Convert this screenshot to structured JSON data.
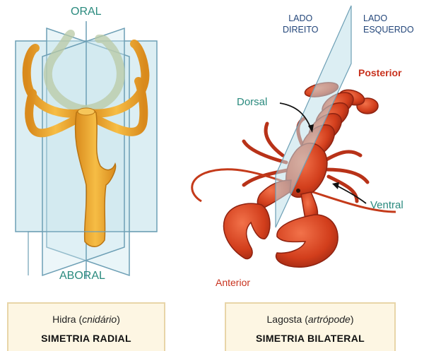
{
  "hydra": {
    "top_label": "ORAL",
    "bottom_label": "ABORAL",
    "caption_name": "Hidra",
    "caption_group": "cnidário",
    "caption_symmetry": "SIMETRIA RADIAL"
  },
  "lobster": {
    "right_side_label": [
      "LADO",
      "DIREITO"
    ],
    "left_side_label": [
      "LADO",
      "ESQUERDO"
    ],
    "posterior_label": "Posterior",
    "dorsal_label": "Dorsal",
    "ventral_label": "Ventral",
    "anterior_label": "Anterior",
    "caption_name": "Lagosta",
    "caption_group": "artrópode",
    "caption_symmetry": "SIMETRIA BILATERAL"
  },
  "colors": {
    "label_teal": "#2a8a7e",
    "label_navy": "#23467a",
    "label_red": "#c8321e",
    "hydra_body": "#f0a630",
    "lobster_body": "#d8401e",
    "plane_fill": "#bfe0ea",
    "caption_bg": "#fdf6e3"
  }
}
